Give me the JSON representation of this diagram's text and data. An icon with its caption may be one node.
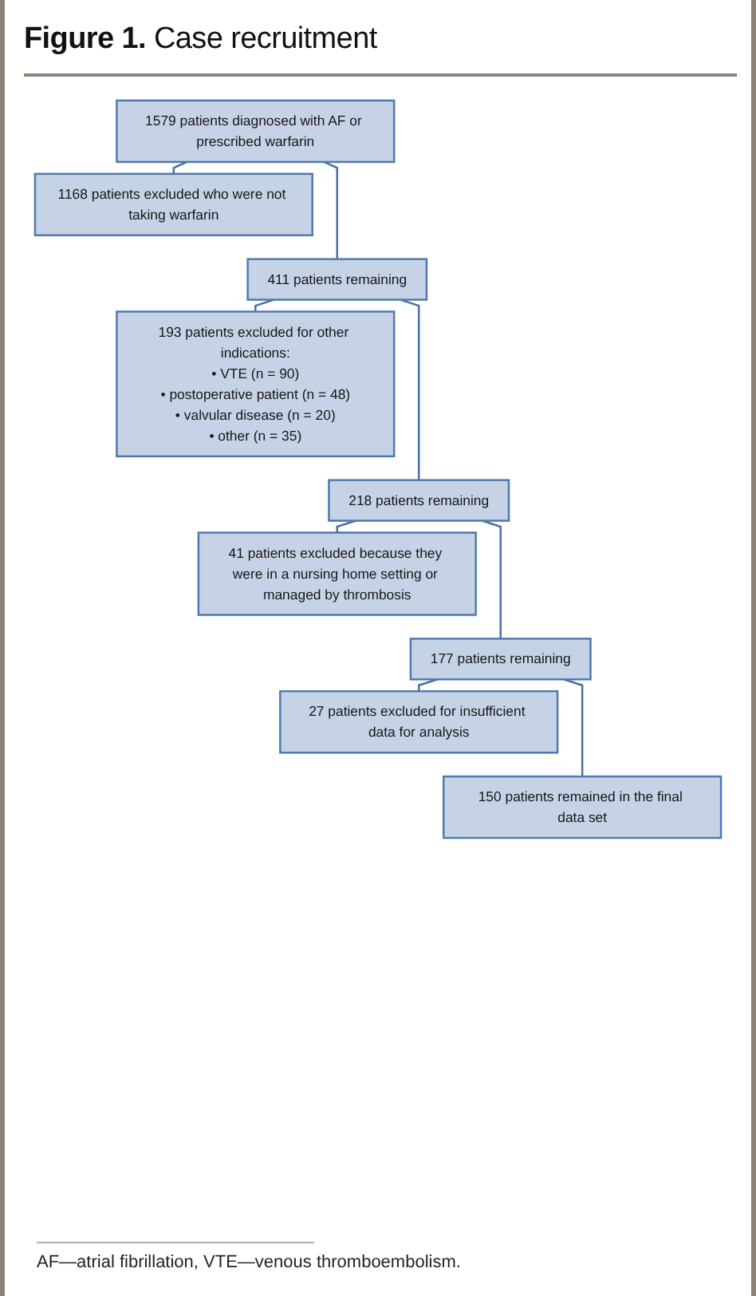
{
  "diagram": {
    "title": "**Figure 1.** Case recruitment",
    "nodes": [
      {
        "text": [
          "1579 patients diagnosed with AF or prescribed warfarin"
        ]
      },
      {
        "text": [
          "1168 patients excluded who were not taking warfarin"
        ]
      },
      {
        "text": [
          "411 patients remaining"
        ]
      },
      {
        "text": [
          "193 patients excluded for other indications:",
          "• VTE (n = 90)",
          "• postoperative patient (n = 48)",
          "• valvular disease (n = 20)",
          "• other (n = 35)"
        ]
      },
      {
        "text": [
          "218 patients remaining"
        ]
      },
      {
        "text": [
          "41 patients excluded because they were in a nursing home setting or managed by thrombosis"
        ]
      },
      {
        "text": [
          "177 patients remaining"
        ]
      },
      {
        "text": [
          "27 patients excluded for insufficient data for analysis"
        ]
      },
      {
        "text": [
          "150 patients remained in the final data set"
        ]
      }
    ],
    "edges": [
      {
        "from": 0,
        "to": 1,
        "arrow": "none"
      },
      {
        "from": 0,
        "to": 2,
        "arrow": "none"
      },
      {
        "from": 2,
        "to": 3,
        "arrow": "none"
      },
      {
        "from": 2,
        "to": 4,
        "arrow": "none"
      },
      {
        "from": 4,
        "to": 5,
        "arrow": "none"
      },
      {
        "from": 4,
        "to": 6,
        "arrow": "none"
      },
      {
        "from": 6,
        "to": 7,
        "arrow": "none"
      },
      {
        "from": 6,
        "to": 8,
        "arrow": "none"
      }
    ],
    "caption": "AF—atrial fibrillation, VTE—venous thromboembolism."
  }
}
